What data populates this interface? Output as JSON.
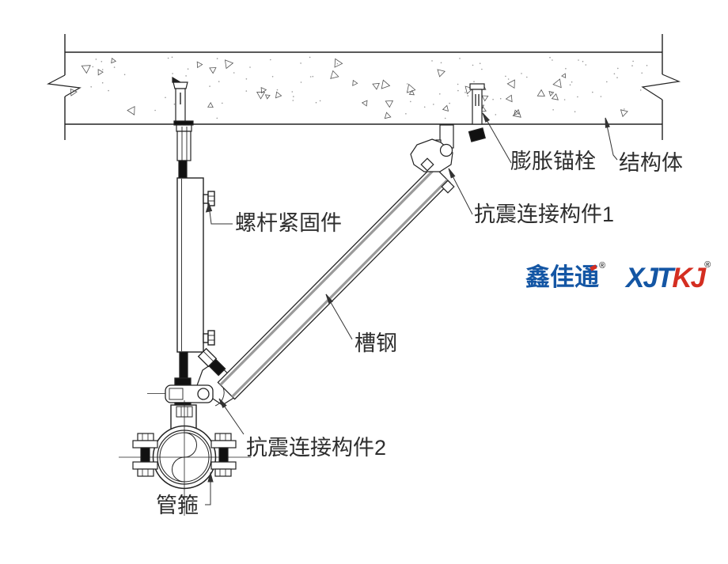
{
  "diagram": {
    "labels": {
      "expansion_anchor": "膨胀锚栓",
      "structure": "结构体",
      "rod_fastener": "螺杆紧固件",
      "seismic_connector_1": "抗震连接构件1",
      "channel_steel": "槽钢",
      "seismic_connector_2": "抗震连接构件2",
      "pipe_clamp": "管箍"
    }
  },
  "branding": {
    "logo_cn": "鑫佳通",
    "logo_en_blue": "XJT",
    "logo_en_red": "KJ",
    "registered": "®",
    "brand_blue": "#1456A4",
    "brand_red": "#D42E21"
  }
}
